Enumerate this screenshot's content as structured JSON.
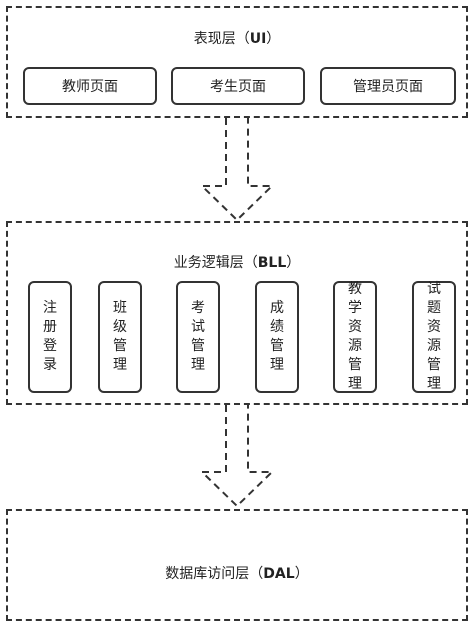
{
  "ui_layer": {
    "title_prefix": "表现层（",
    "title_bold": "UI",
    "title_suffix": "）",
    "boxes": [
      "教师页面",
      "考生页面",
      "管理员页面"
    ]
  },
  "bll_layer": {
    "title_prefix": "业务逻辑层（",
    "title_bold": "BLL",
    "title_suffix": "）",
    "modules": [
      "注册登录",
      "班级管理",
      "考试管理",
      "成绩管理",
      "教学资源管理",
      "试题资源管理"
    ]
  },
  "dal_layer": {
    "title_prefix": "数据库访问层（",
    "title_bold": "DAL",
    "title_suffix": "）"
  }
}
